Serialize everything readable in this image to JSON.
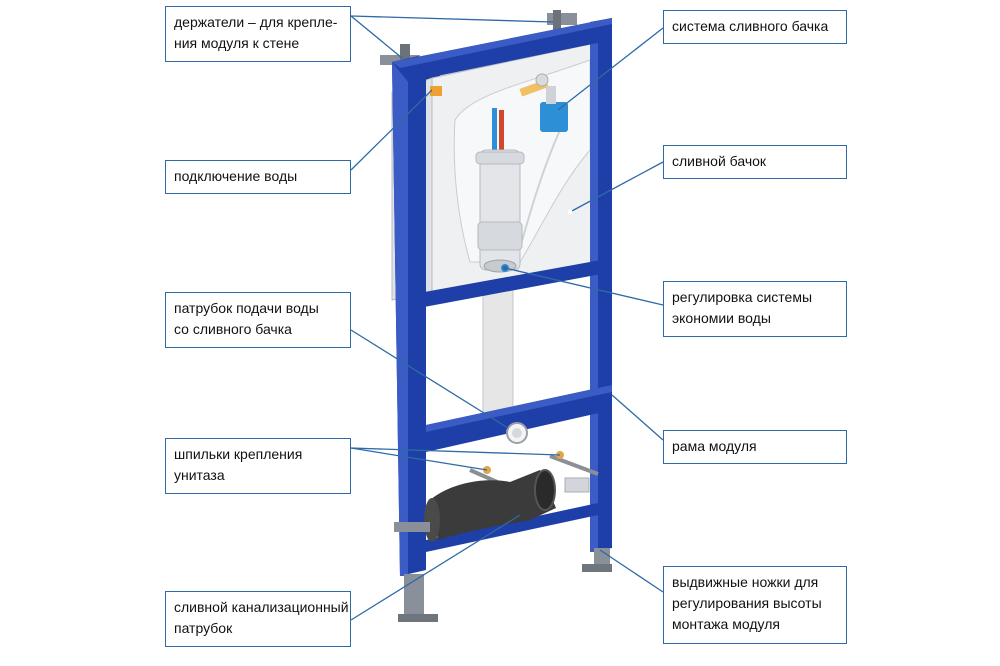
{
  "labels": {
    "holders": [
      "держатели – для крепле-",
      "ния модуля к стене"
    ],
    "water": [
      "подключение воды"
    ],
    "pipe": [
      "патрубок подачи воды",
      "со сливного бачка"
    ],
    "studs": [
      "шпильки крепления",
      "унитаза"
    ],
    "sewer": [
      "сливной канализационный",
      "патрубок"
    ],
    "system": [
      "система сливного бачка"
    ],
    "tank": [
      "сливной бачок"
    ],
    "eco": [
      "регулировка системы",
      "экономии воды"
    ],
    "frame": [
      "рама модуля"
    ],
    "legs": [
      "выдвижные ножки для",
      "регулирования высоты",
      "монтажа модуля"
    ]
  },
  "colors": {
    "frame_blue": "#1f3fa8",
    "frame_blue_dark": "#152d82",
    "frame_blue_light": "#3a5cc4",
    "label_border": "#2e6aa6",
    "leader_line": "#2e6aa6",
    "tank_fill": "#eef0f2",
    "pipe_fill": "#e6e6e6",
    "sewer_pipe": "#3b3b3b",
    "legs_grey": "#8a9099",
    "valve_blue": "#2d8fd6"
  }
}
